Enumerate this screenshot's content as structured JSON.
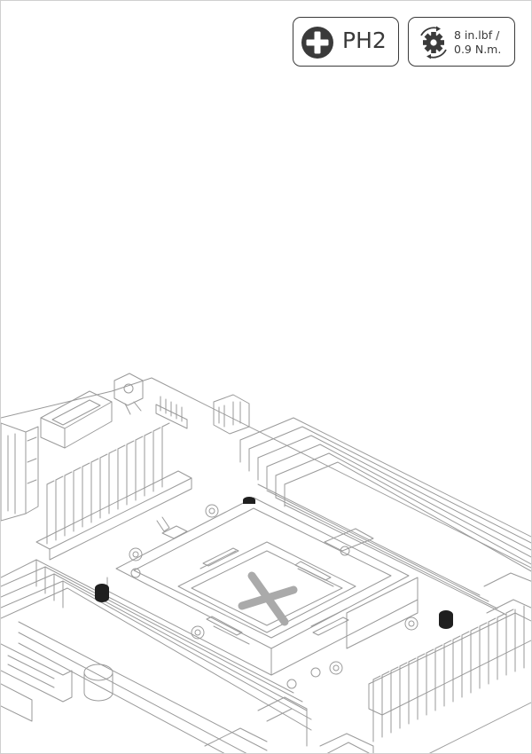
{
  "tool": {
    "icon": "phillips-screwdriver-icon",
    "label": "PH2"
  },
  "torque": {
    "icon": "torque-gear-icon",
    "value_line1": "8 in.lbf /",
    "value_line2": "0.9 N.m."
  },
  "colors": {
    "line": "#9a9a9a",
    "ink": "#3a3a3a",
    "cross_mark": "#aaaaaa",
    "screw_head": "#1f1f1f"
  }
}
